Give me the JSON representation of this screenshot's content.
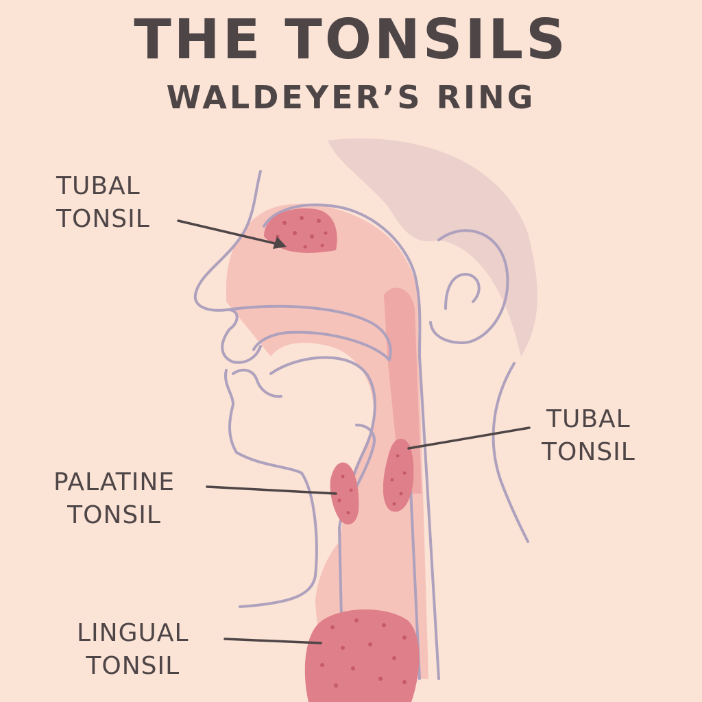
{
  "title": "THE TONSILS",
  "subtitle": "WALDEYER’S RING",
  "labels": {
    "tubal_top": [
      "TUBAL",
      "TONSIL"
    ],
    "tubal_right": [
      "TUBAL",
      "TONSIL"
    ],
    "palatine": [
      "PALATINE",
      "TONSIL"
    ],
    "lingual": [
      "LINGUAL",
      "TONSIL"
    ]
  },
  "colors": {
    "background": "#fbe3d6",
    "text": "#4e4547",
    "outline": "#aea1bd",
    "cavity": "#f6c3bb",
    "tonsil": "#df7f89",
    "tonsil_dots": "#c55a69",
    "hair": "#ecd0cc"
  }
}
